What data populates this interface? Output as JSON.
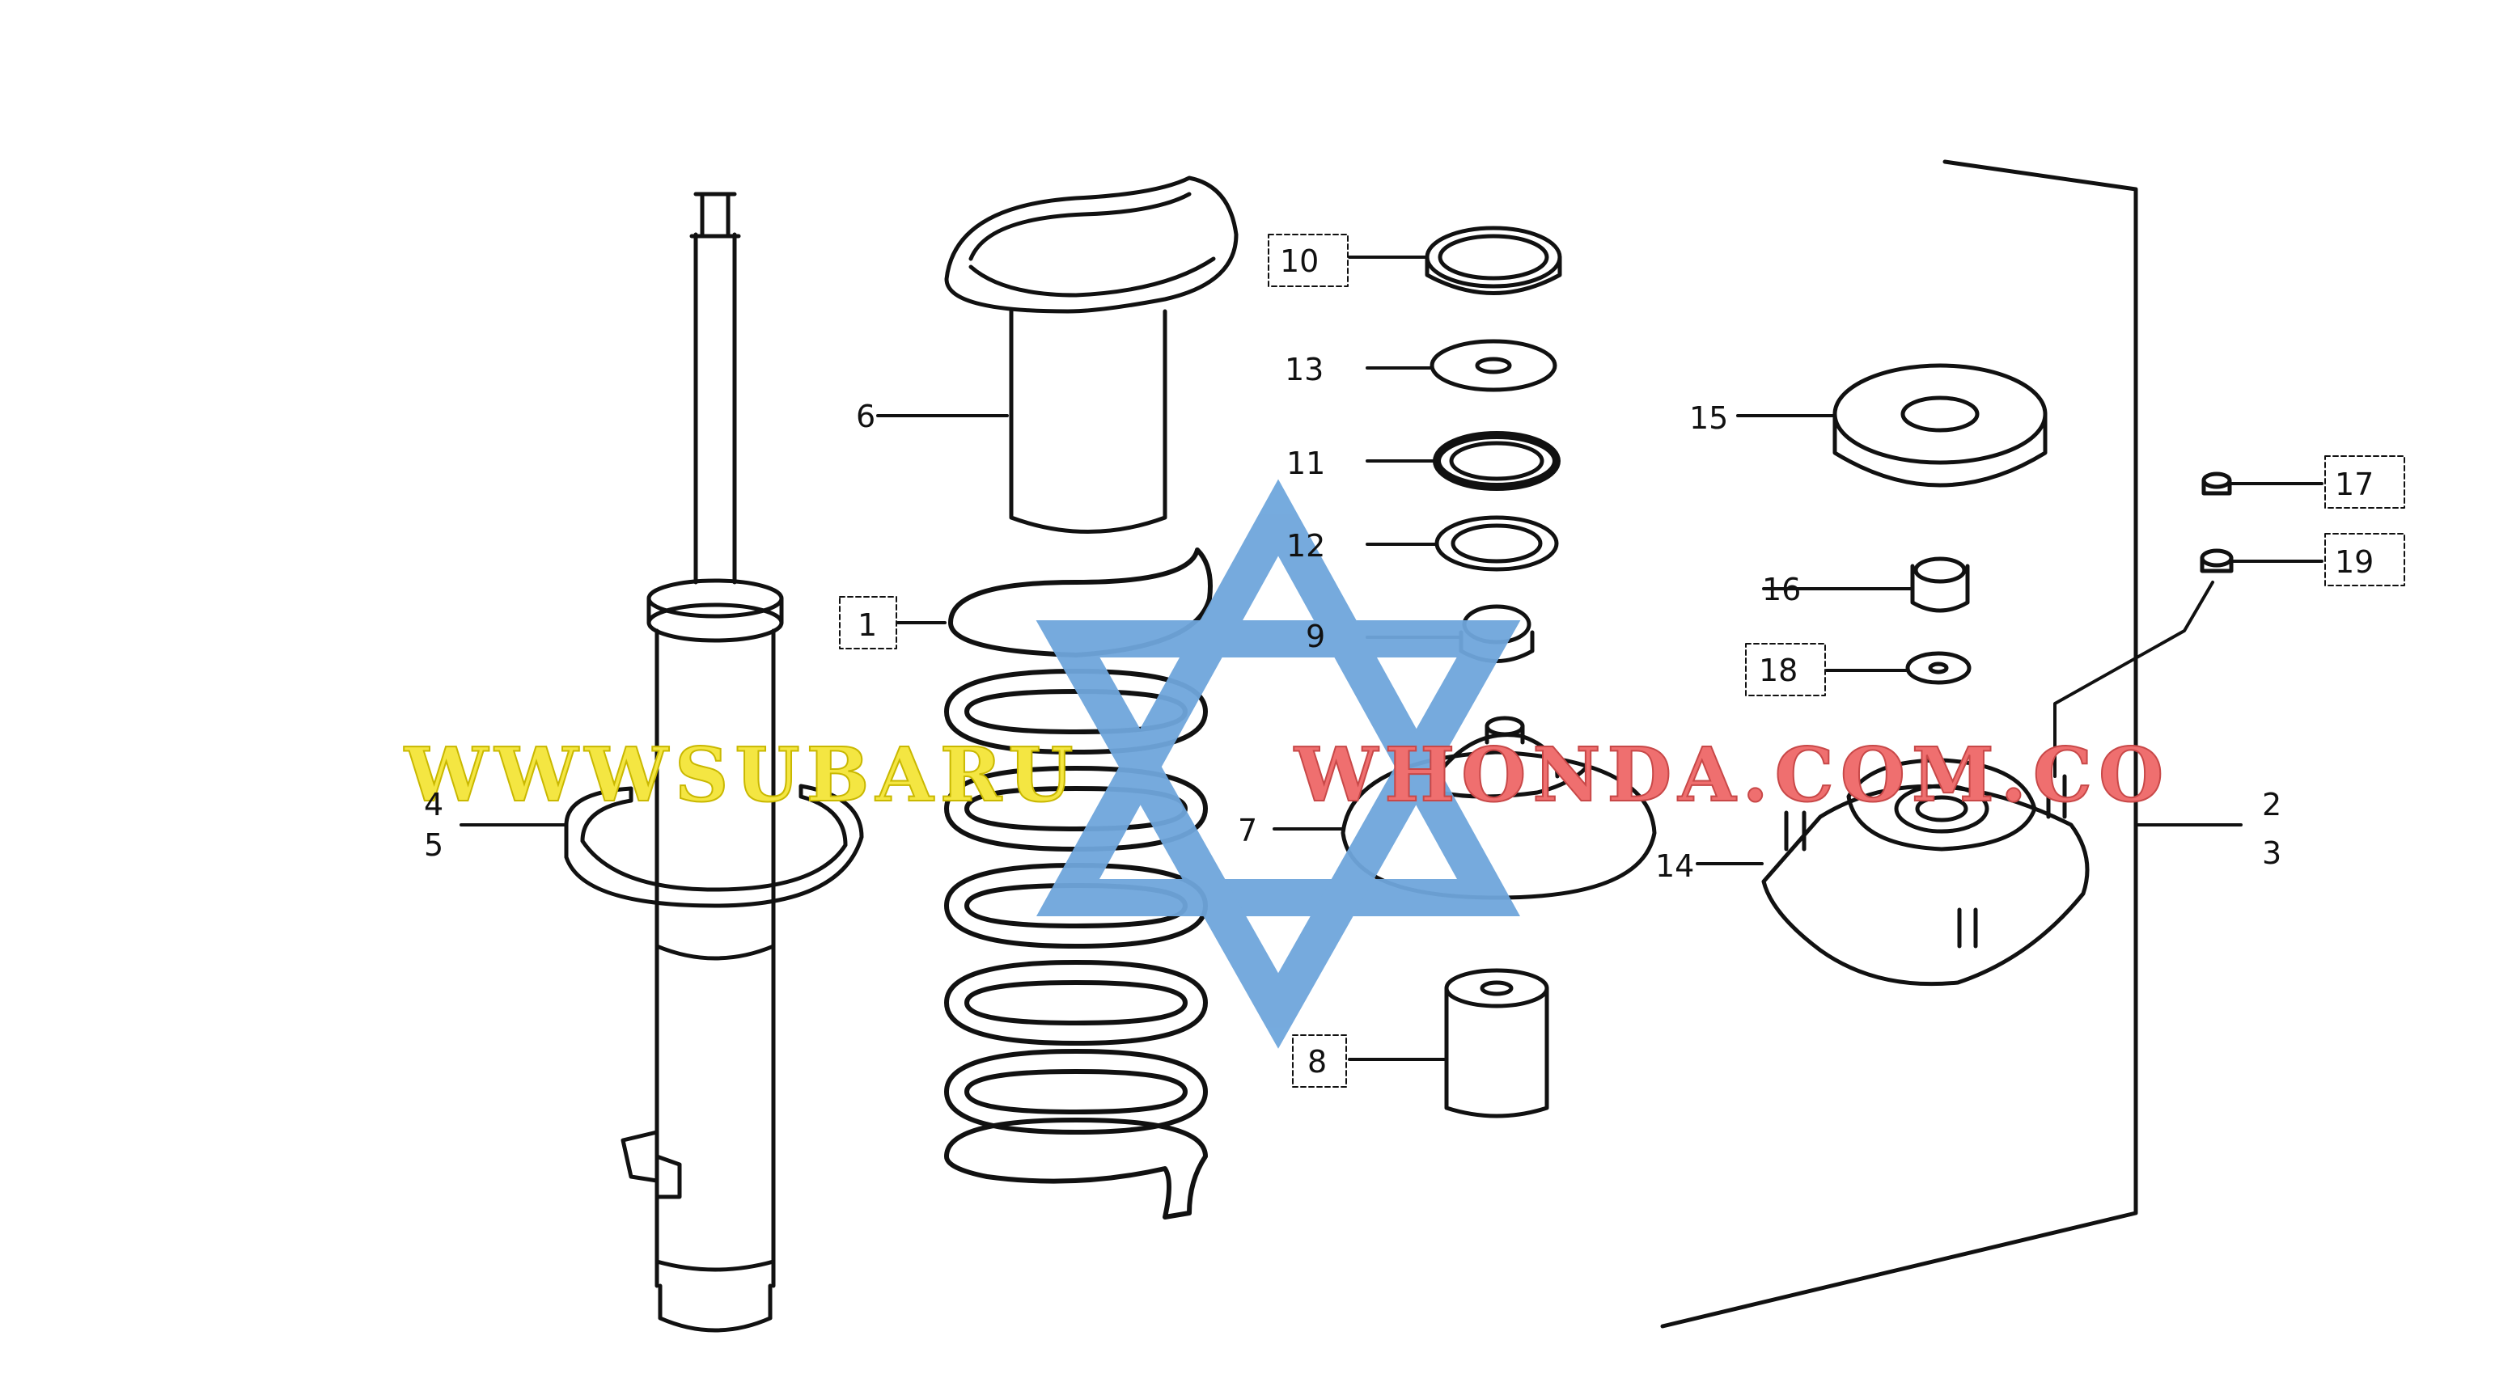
{
  "callouts": {
    "c1": "1",
    "c2": "2",
    "c3": "3",
    "c4": "4",
    "c5": "5",
    "c6": "6",
    "c7": "7",
    "c8": "8",
    "c9": "9",
    "c10": "10",
    "c11": "11",
    "c12": "12",
    "c13": "13",
    "c14": "14",
    "c15": "15",
    "c16": "16",
    "c17": "17",
    "c18": "18",
    "c19": "19"
  },
  "boxed_callouts": [
    "1",
    "8",
    "10",
    "17",
    "18",
    "19"
  ],
  "watermark": {
    "left_text": "WWWSUBARU",
    "right_text": "WHONDA.COM.CO",
    "left_color": "#f4e642",
    "right_color": "#ef6f6f",
    "emblem": "star-of-david-icon",
    "emblem_color": "#6fa6dc"
  },
  "colors": {
    "line": "#111111",
    "background": "#ffffff"
  }
}
